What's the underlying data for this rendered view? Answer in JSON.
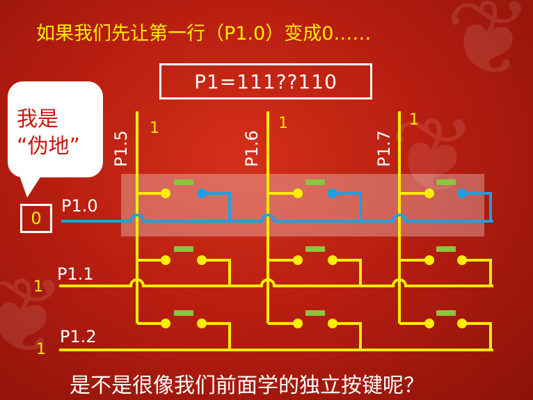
{
  "title": "如果我们先让第一行（P1.0）变成0……",
  "equation": "P1=111??110",
  "bubble": {
    "line1": "我是",
    "line2": "“伪地”"
  },
  "row_value_box": "0",
  "rows": [
    {
      "label": "P1.0",
      "value": "0"
    },
    {
      "label": "P1.1",
      "value": "1"
    },
    {
      "label": "P1.2",
      "value": "1"
    }
  ],
  "columns": [
    {
      "label": "P1.5",
      "value": "1"
    },
    {
      "label": "P1.6",
      "value": "1"
    },
    {
      "label": "P1.7",
      "value": "1"
    }
  ],
  "question": "是不是很像我们前面学的独立按键呢？",
  "colors": {
    "column_line": "#ffee00",
    "active_row": "#1ea0e0",
    "button_cap": "#8cc63f",
    "highlight": "#ffffff"
  }
}
